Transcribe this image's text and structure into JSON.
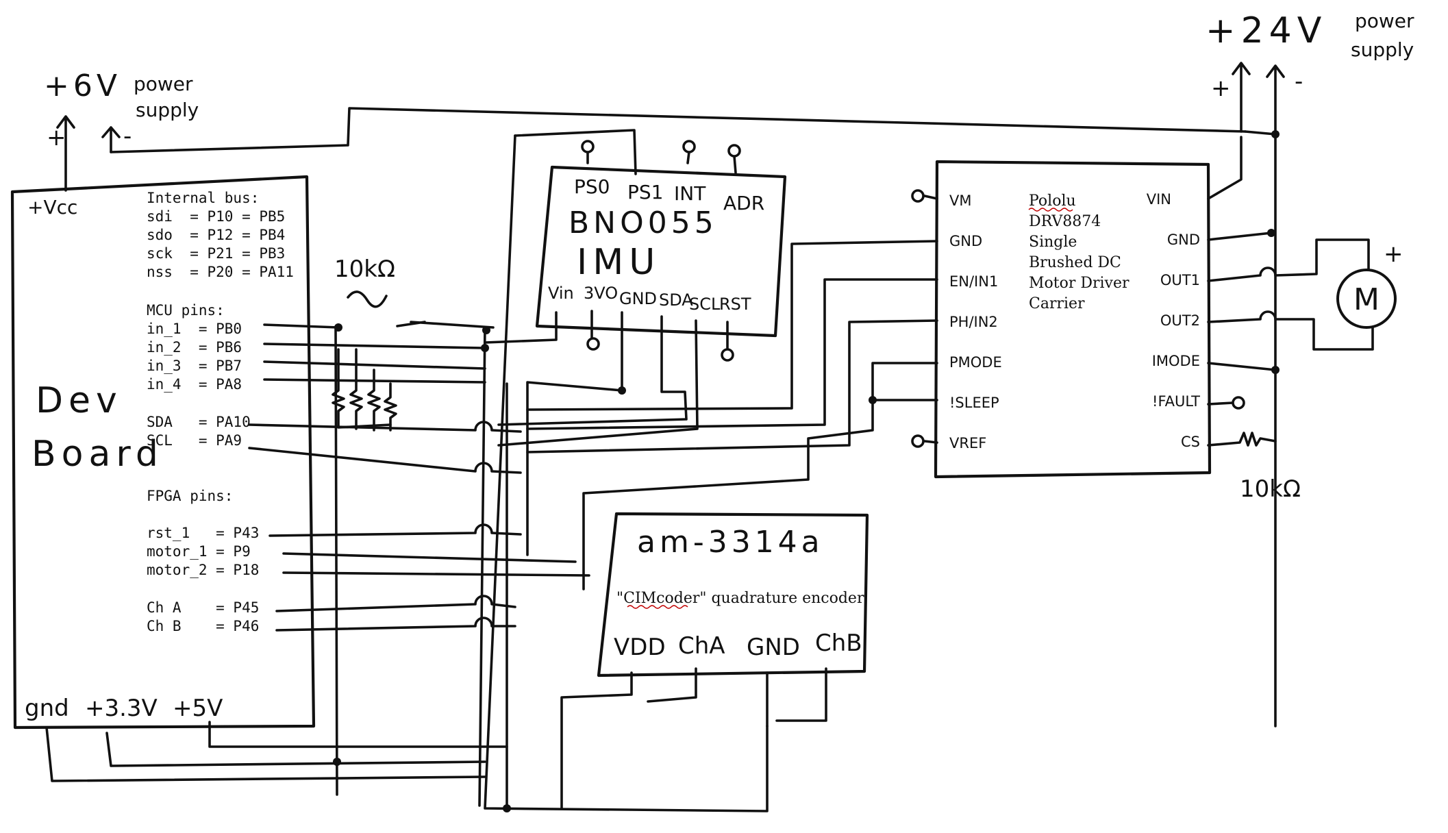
{
  "supply_6v": {
    "title": "+6V",
    "subtitle_1": "power",
    "subtitle_2": "supply",
    "plus": "+",
    "minus": "-"
  },
  "supply_24v": {
    "title": "+24V",
    "subtitle_1": "power",
    "subtitle_2": "supply",
    "plus": "+",
    "minus": "-"
  },
  "dev_board": {
    "name_1": "Dev",
    "name_2": "Board",
    "vcc": "+Vcc",
    "bottom_pins": [
      "gnd",
      "+3.3V",
      "+5V"
    ],
    "internal_bus_heading": "Internal bus:",
    "internal_bus": [
      "sdi  = P10 = PB5",
      "sdo  = P12 = PB4",
      "sck  = P21 = PB3",
      "nss  = P20 = PA11"
    ],
    "mcu_heading": "MCU pins:",
    "mcu_pins": [
      "in_1  = PB0",
      "in_2  = PB6",
      "in_3  = PB7",
      "in_4  = PA8"
    ],
    "i2c_pins": [
      "SDA   = PA10",
      "SCL   = PA9"
    ],
    "fpga_heading": "FPGA pins:",
    "fpga_pins": [
      "rst_1   = P43",
      "motor_1 = P9",
      "motor_2 = P18"
    ],
    "channel_pins": [
      "Ch A    = P45",
      "Ch B    = P46"
    ]
  },
  "pullup": {
    "label": "10kΩ"
  },
  "imu": {
    "name_1": "BNO055",
    "name_2": "IMU",
    "top_pins": [
      "PS0",
      "PS1",
      "INT",
      "ADR"
    ],
    "bottom_pins": [
      "Vin",
      "3VO",
      "GND",
      "SDA",
      "SCL",
      "RST"
    ]
  },
  "driver": {
    "title_lines": [
      "Pololu",
      "DRV8874",
      "Single",
      "Brushed DC",
      "Motor Driver",
      "Carrier"
    ],
    "left_pins": [
      "VM",
      "GND",
      "EN/IN1",
      "PH/IN2",
      "PMODE",
      "!SLEEP",
      "VREF"
    ],
    "right_pins": [
      "VIN",
      "GND",
      "OUT1",
      "OUT2",
      "IMODE",
      "!FAULT",
      "CS"
    ],
    "cs_resistor": "10kΩ"
  },
  "motor": {
    "symbol": "M",
    "polarity": "+"
  },
  "encoder": {
    "part": "am-3314a",
    "description": "\"CIMcoder\" quadrature encoder",
    "pins": [
      "VDD",
      "ChA",
      "GND",
      "ChB"
    ]
  }
}
